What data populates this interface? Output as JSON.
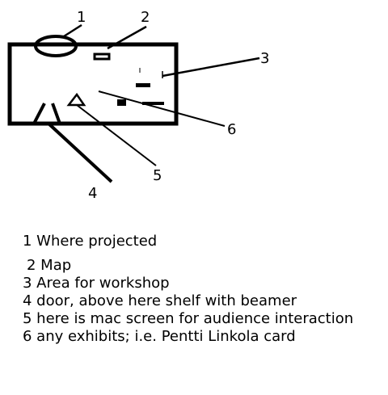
{
  "callouts": [
    "1",
    "2",
    "3",
    "4",
    "5",
    "6"
  ],
  "legend": [
    "1 Where projected",
    "2 Map",
    "3 Area for workshop",
    "4 door, above here shelf with beamer",
    "5 here is mac screen for audience interaction",
    "6 any exhibits; i.e. Pentti Linkola card"
  ],
  "colors": {
    "ink": "#000000",
    "background": "#ffffff"
  }
}
